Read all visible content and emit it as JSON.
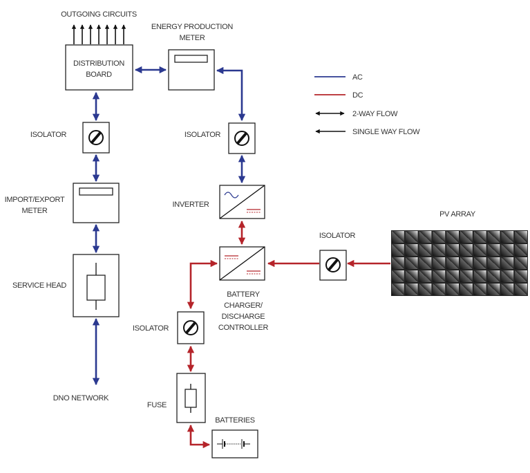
{
  "labels": {
    "outgoing_circuits": "OUTGOING CIRCUITS",
    "distribution_board": [
      "DISTRIBUTION",
      "BOARD"
    ],
    "energy_production_meter": [
      "ENERGY PRODUCTION",
      "METER"
    ],
    "isolator": "ISOLATOR",
    "import_export_meter": [
      "IMPORT/EXPORT",
      "METER"
    ],
    "service_head": "SERVICE HEAD",
    "dno_network": "DNO NETWORK",
    "inverter": "INVERTER",
    "battery_controller": [
      "BATTERY",
      "CHARGER/",
      "DISCHARGE",
      "CONTROLLER"
    ],
    "pv_array": "PV ARRAY",
    "fuse": "FUSE",
    "batteries": "BATTERIES"
  },
  "legend": [
    {
      "type": "line",
      "color": "#2b3990",
      "label": "AC"
    },
    {
      "type": "line",
      "color": "#b5242a",
      "label": "DC"
    },
    {
      "type": "double-arrow",
      "color": "#111111",
      "label": "2-WAY FLOW"
    },
    {
      "type": "single-arrow",
      "color": "#111111",
      "label": "SINGLE WAY FLOW"
    }
  ],
  "colors": {
    "ac": "#2b3990",
    "dc": "#b5242a"
  },
  "pv_array_grid": {
    "columns": 10,
    "rows": 5
  }
}
